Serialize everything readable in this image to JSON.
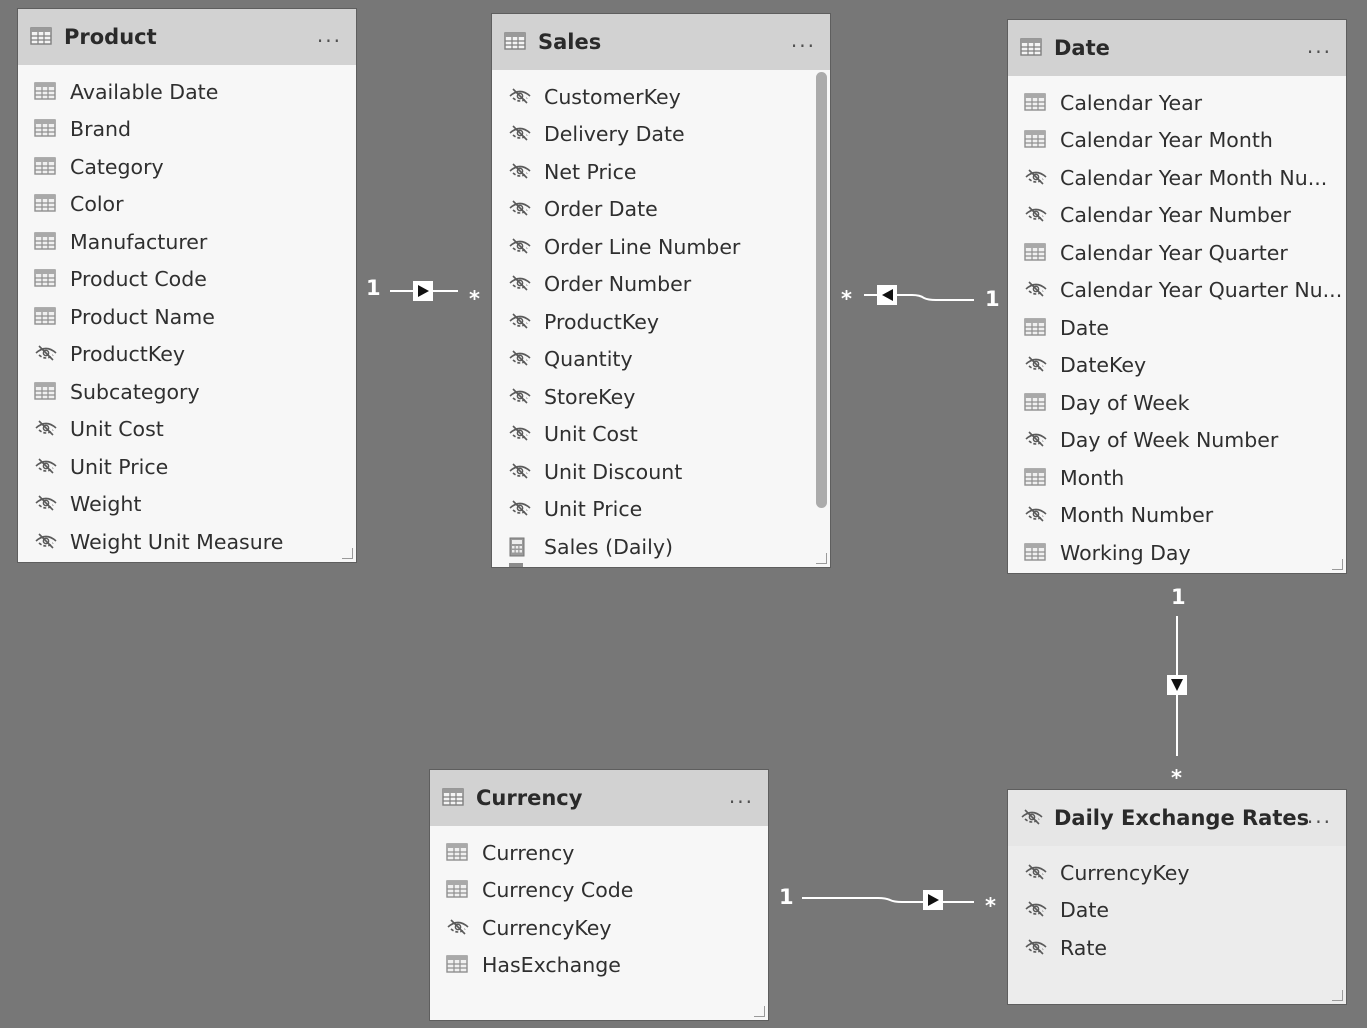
{
  "tables": {
    "product": {
      "title": "Product",
      "more": "...",
      "fields": [
        {
          "label": "Available Date",
          "icon": "table-column-icon"
        },
        {
          "label": "Brand",
          "icon": "table-column-icon"
        },
        {
          "label": "Category",
          "icon": "table-column-icon"
        },
        {
          "label": "Color",
          "icon": "table-column-icon"
        },
        {
          "label": "Manufacturer",
          "icon": "table-column-icon"
        },
        {
          "label": "Product Code",
          "icon": "table-column-icon"
        },
        {
          "label": "Product Name",
          "icon": "table-column-icon"
        },
        {
          "label": "ProductKey",
          "icon": "hidden-eye-icon"
        },
        {
          "label": "Subcategory",
          "icon": "table-column-icon"
        },
        {
          "label": "Unit Cost",
          "icon": "hidden-eye-icon"
        },
        {
          "label": "Unit Price",
          "icon": "hidden-eye-icon"
        },
        {
          "label": "Weight",
          "icon": "hidden-eye-icon"
        },
        {
          "label": "Weight Unit Measure",
          "icon": "hidden-eye-icon"
        }
      ]
    },
    "sales": {
      "title": "Sales",
      "more": "...",
      "fields": [
        {
          "label": "CustomerKey",
          "icon": "hidden-eye-icon"
        },
        {
          "label": "Delivery Date",
          "icon": "hidden-eye-icon"
        },
        {
          "label": "Net Price",
          "icon": "hidden-eye-icon"
        },
        {
          "label": "Order Date",
          "icon": "hidden-eye-icon"
        },
        {
          "label": "Order Line Number",
          "icon": "hidden-eye-icon"
        },
        {
          "label": "Order Number",
          "icon": "hidden-eye-icon"
        },
        {
          "label": "ProductKey",
          "icon": "hidden-eye-icon"
        },
        {
          "label": "Quantity",
          "icon": "hidden-eye-icon"
        },
        {
          "label": "StoreKey",
          "icon": "hidden-eye-icon"
        },
        {
          "label": "Unit Cost",
          "icon": "hidden-eye-icon"
        },
        {
          "label": "Unit Discount",
          "icon": "hidden-eye-icon"
        },
        {
          "label": "Unit Price",
          "icon": "hidden-eye-icon"
        },
        {
          "label": "Sales (Daily)",
          "icon": "calculator-icon"
        }
      ]
    },
    "date": {
      "title": "Date",
      "more": "...",
      "fields": [
        {
          "label": "Calendar Year",
          "icon": "table-column-icon"
        },
        {
          "label": "Calendar Year Month",
          "icon": "table-column-icon"
        },
        {
          "label": "Calendar Year Month Nu...",
          "icon": "hidden-eye-icon"
        },
        {
          "label": "Calendar Year Number",
          "icon": "hidden-eye-icon"
        },
        {
          "label": "Calendar Year Quarter",
          "icon": "table-column-icon"
        },
        {
          "label": "Calendar Year Quarter Nu...",
          "icon": "hidden-eye-icon"
        },
        {
          "label": "Date",
          "icon": "table-column-icon"
        },
        {
          "label": "DateKey",
          "icon": "hidden-eye-icon"
        },
        {
          "label": "Day of Week",
          "icon": "table-column-icon"
        },
        {
          "label": "Day of Week Number",
          "icon": "hidden-eye-icon"
        },
        {
          "label": "Month",
          "icon": "table-column-icon"
        },
        {
          "label": "Month Number",
          "icon": "hidden-eye-icon"
        },
        {
          "label": "Working Day",
          "icon": "table-column-icon"
        }
      ]
    },
    "currency": {
      "title": "Currency",
      "more": "...",
      "fields": [
        {
          "label": "Currency",
          "icon": "table-column-icon"
        },
        {
          "label": "Currency Code",
          "icon": "table-column-icon"
        },
        {
          "label": "CurrencyKey",
          "icon": "hidden-eye-icon"
        },
        {
          "label": "HasExchange",
          "icon": "table-column-icon"
        }
      ]
    },
    "exchange": {
      "title": "Daily Exchange Rates",
      "more": "...",
      "fields": [
        {
          "label": "CurrencyKey",
          "icon": "hidden-eye-icon"
        },
        {
          "label": "Date",
          "icon": "hidden-eye-icon"
        },
        {
          "label": "Rate",
          "icon": "hidden-eye-icon"
        }
      ]
    }
  },
  "relationships": {
    "product_sales": {
      "one": "1",
      "many": "*"
    },
    "date_sales": {
      "one": "1",
      "many": "*"
    },
    "date_exchange": {
      "one": "1",
      "many": "*"
    },
    "currency_exchange": {
      "one": "1",
      "many": "*"
    }
  }
}
